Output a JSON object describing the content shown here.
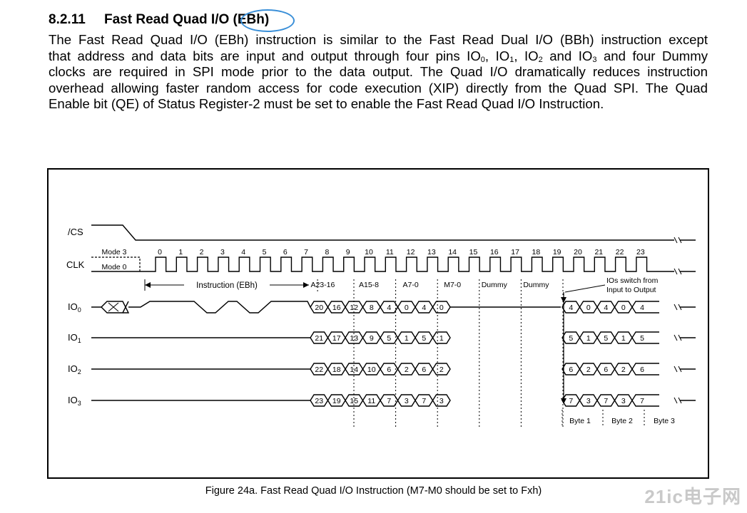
{
  "section": {
    "number": "8.2.11",
    "title": "Fast Read Quad I/O (EBh)"
  },
  "paragraph": {
    "line1": "The Fast Read Quad I/O (EBh) instruction is similar to the Fast Read Dual I/O (BBh) instruction except",
    "line2_a": "that address and data bits are input and output through four pins IO",
    "line2_b": ", IO",
    "line2_c": ", IO",
    "line2_d": " and IO",
    "line2_e": " and four Dummy",
    "sub0": "0",
    "sub1": "1",
    "sub2": "2",
    "sub3": "3",
    "line3": "clocks are required in SPI mode prior to the data output. The Quad I/O dramatically reduces instruction",
    "line4": "overhead allowing faster random access for code execution (XIP) directly from the Quad SPI. The Quad",
    "line5": "Enable bit (QE) of Status Register-2 must be set to enable the Fast Read Quad I/O Instruction."
  },
  "timing": {
    "signals": {
      "cs": "/CS",
      "clk": "CLK",
      "io_prefix": "IO",
      "io_subs": [
        "0",
        "1",
        "2",
        "3"
      ]
    },
    "mode3": "Mode 3",
    "mode0": "Mode 0",
    "clock_numbers": [
      "0",
      "1",
      "2",
      "3",
      "4",
      "5",
      "6",
      "7",
      "8",
      "9",
      "10",
      "11",
      "12",
      "13",
      "14",
      "15",
      "16",
      "17",
      "18",
      "19",
      "20",
      "21",
      "22",
      "23"
    ],
    "instruction_label": "Instruction (EBh)",
    "phases": [
      "A23-16",
      "A15-8",
      "A7-0",
      "M7-0",
      "Dummy",
      "Dummy"
    ],
    "io_switch_note": [
      "IOs switch from",
      "Input to Output"
    ],
    "io_address_values": [
      [
        "20",
        "16",
        "12",
        "8",
        "4",
        "0",
        "4",
        "0"
      ],
      [
        "21",
        "17",
        "13",
        "9",
        "5",
        "1",
        "5",
        "1"
      ],
      [
        "22",
        "18",
        "14",
        "10",
        "6",
        "2",
        "6",
        "2"
      ],
      [
        "23",
        "19",
        "15",
        "11",
        "7",
        "3",
        "7",
        "3"
      ]
    ],
    "io_data_values": [
      [
        "4",
        "0",
        "4",
        "0",
        "4"
      ],
      [
        "5",
        "1",
        "5",
        "1",
        "5"
      ],
      [
        "6",
        "2",
        "6",
        "2",
        "6"
      ],
      [
        "7",
        "3",
        "7",
        "3",
        "7"
      ]
    ],
    "bytes": [
      "Byte 1",
      "Byte 2",
      "Byte 3"
    ]
  },
  "caption": {
    "text": "Figure 24a. Fast Read Quad I/O Instruction (M7-M0 should be set to Fxh)"
  },
  "watermark": "21ic电子网",
  "colors": {
    "highlight": "#3a8fd8"
  }
}
